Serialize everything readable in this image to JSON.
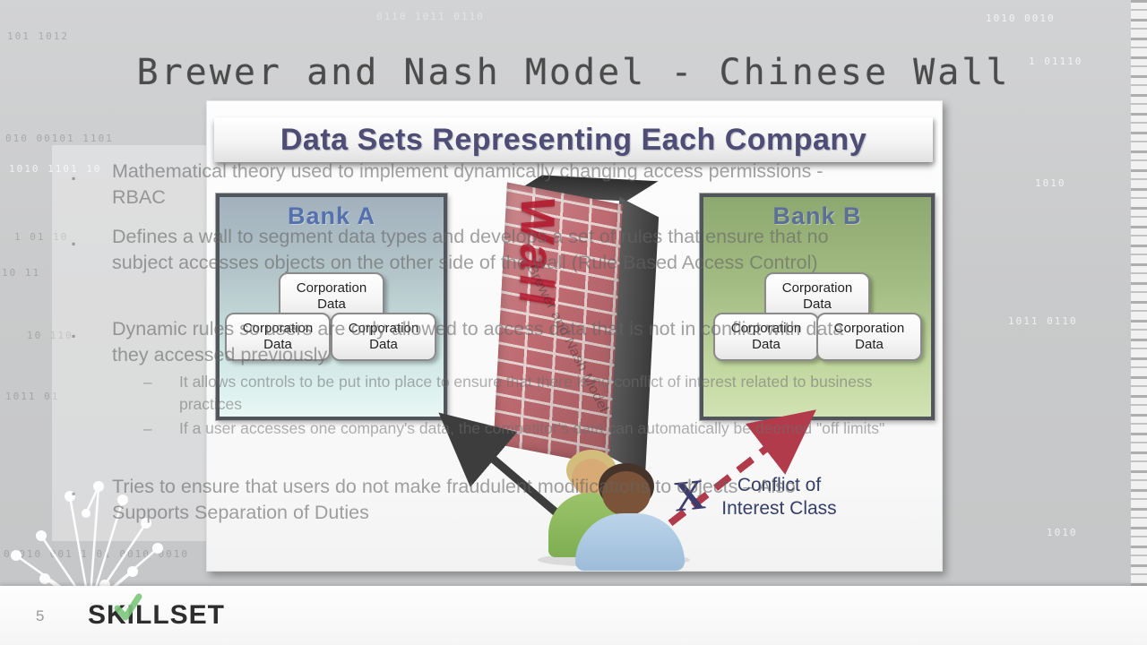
{
  "page": {
    "title": "Brewer and Nash Model - Chinese Wall",
    "page_number": "5",
    "brand": "SKILLSET"
  },
  "slide": {
    "banner_title": "Data Sets Representing Each Company",
    "bank_a": {
      "label": "Bank A",
      "boxes": [
        "Corporation Data",
        "Corporation Data",
        "Corporation Data"
      ]
    },
    "bank_b": {
      "label": "Bank B",
      "boxes": [
        "Corporation Data",
        "Corporation Data",
        "Corporation Data"
      ]
    },
    "wall": {
      "word": "Wall",
      "watermark": "Brewer and Nash Model"
    },
    "blocked_mark": "X",
    "conflict_line1": "Conflict of",
    "conflict_line2": "Interest Class"
  },
  "overlay": {
    "main_marker": "▪",
    "sub_marker": "–",
    "bullets": [
      "Mathematical theory used to implement dynamically changing access permissions - RBAC",
      "Defines a wall to segment data types and develops a set of rules that ensure that no subject accesses objects on the other side of the wall (Rule Based Access Control)",
      "Dynamic rules so users are only allowed to access data that is not in conflict with data they accessed previously",
      "It allows controls to be put into place to ensure that there is no conflict of interest related to business practices",
      "If a user accesses one company's data, the competitor's data can automatically be deemed \"off limits\"",
      "Tries to ensure that users do not make fraudulent modifications to objects – Also Supports Separation of Duties"
    ]
  },
  "background": {
    "binary_fragments": [
      "101 1012",
      "010 00101 1101",
      "1010 1101 10",
      "1 01 10",
      "10 11",
      "10 110",
      "1011 01",
      "0 010 001 1 01 0010 0010",
      "1010 0010",
      "1 01110",
      "1010",
      "1011 0110",
      "1010",
      "0110 1011 0110"
    ]
  },
  "colors": {
    "accent_red": "#b23b4b",
    "bank_a_label": "#5570ae",
    "bank_b_label": "#5c6f96",
    "banner_text": "#4d4d75",
    "conflict_text": "#353f68",
    "brand_dark": "#2d2d2d",
    "check_green": "#7cc67c"
  }
}
